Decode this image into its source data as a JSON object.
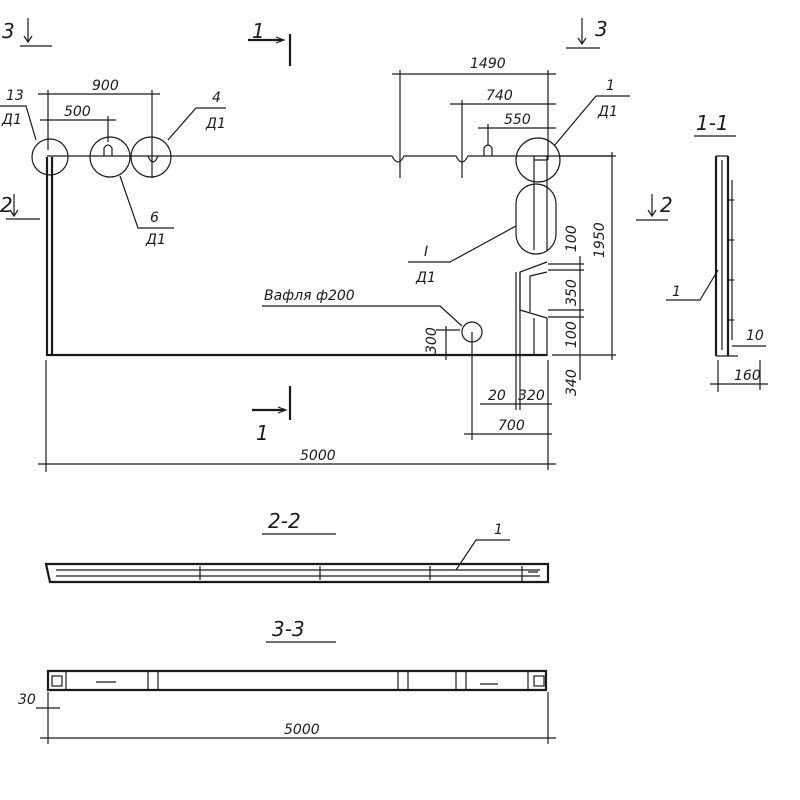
{
  "section_marks": {
    "s3_top_left": "3",
    "s1_top": "1",
    "s3_top_right": "3",
    "s2_left": "2",
    "s2_right": "2",
    "s1_bottom": "1"
  },
  "callouts": {
    "c13": {
      "num": "13",
      "sheet": "Д1"
    },
    "c4": {
      "num": "4",
      "sheet": "Д1"
    },
    "c6": {
      "num": "6",
      "sheet": "Д1"
    },
    "c1": {
      "num": "1",
      "sheet": "Д1"
    },
    "cI": {
      "num": "I",
      "sheet": "Д1"
    }
  },
  "dimensions": {
    "d900": "900",
    "d500": "500",
    "d1490": "1490",
    "d740": "740",
    "d550": "550",
    "d1950": "1950",
    "d100a": "100",
    "d350": "350",
    "d100b": "100",
    "d340": "340",
    "d300": "300",
    "d20": "20",
    "d320": "320",
    "d700": "700",
    "d5000": "5000"
  },
  "vent_label": "Вафля ф200",
  "section_1_1": {
    "title": "1-1",
    "pos": "1",
    "d10": "10",
    "d160": "160"
  },
  "section_2_2": {
    "title": "2-2",
    "pos": "1"
  },
  "section_3_3": {
    "title": "3-3",
    "d30": "30",
    "d5000": "5000"
  }
}
